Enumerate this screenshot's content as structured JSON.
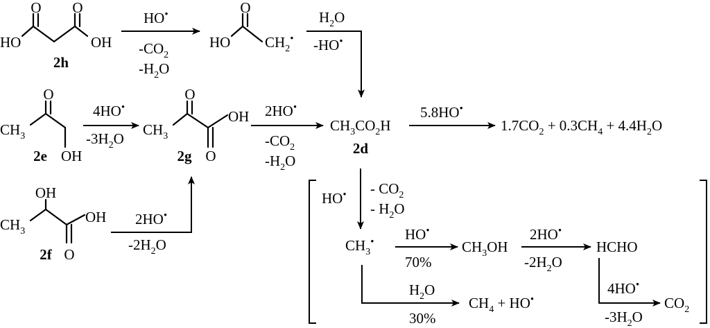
{
  "compounds": {
    "h": {
      "label": "2h",
      "atoms": [
        "O",
        "O",
        "HO",
        "OH"
      ]
    },
    "radical": {
      "atoms": [
        "O",
        "HO"
      ],
      "tail": [
        "CH",
        "2",
        "•"
      ]
    },
    "e": {
      "label": "2e",
      "atoms": [
        "O",
        "OH"
      ],
      "ch3": [
        "CH",
        "3"
      ]
    },
    "g": {
      "label": "2g",
      "atoms": [
        "O",
        "OH",
        "O"
      ],
      "ch3": [
        "CH",
        "3"
      ]
    },
    "f": {
      "label": "2f",
      "atoms": [
        "OH",
        "OH",
        "O"
      ],
      "ch3": [
        "CH",
        "3"
      ]
    },
    "d": {
      "label": "2d",
      "formula": [
        "CH",
        "3",
        "CO",
        "2",
        "H"
      ]
    }
  },
  "conditions": {
    "h_to_radical": {
      "reagent": [
        "HO",
        "•"
      ],
      "loss1": [
        "-CO",
        "2"
      ],
      "loss2": [
        "-H",
        "2",
        "O"
      ]
    },
    "radical_to_d": {
      "reagent": [
        "H",
        "2",
        "O"
      ],
      "loss": [
        "-HO",
        "•"
      ]
    },
    "e_to_g": {
      "reagent": [
        "4HO",
        "•"
      ],
      "loss": [
        "-3H",
        "2",
        "O"
      ]
    },
    "f_to_g": {
      "reagent": [
        "2HO",
        "•"
      ],
      "loss": [
        "-2H",
        "2",
        "O"
      ]
    },
    "g_to_d": {
      "reagent": [
        "2HO",
        "•"
      ],
      "loss1": [
        "-CO",
        "2"
      ],
      "loss2": [
        "-H",
        "2",
        "O"
      ]
    },
    "d_to_products": {
      "reagent": [
        "5.8HO",
        "•"
      ]
    }
  },
  "products": {
    "overall": [
      "1.7CO",
      "2",
      " + 0.3CH",
      "4",
      " + 4.4H",
      "2",
      "O"
    ]
  },
  "mechanism": {
    "initiator": [
      "HO",
      "•"
    ],
    "loss1": [
      "- CO",
      "2"
    ],
    "loss2": [
      "- H",
      "2",
      "O"
    ],
    "methyl": [
      "CH",
      "3",
      "•"
    ],
    "to_methanol": {
      "reagent": [
        "HO",
        "•"
      ],
      "percent": "70%"
    },
    "methanol": [
      "CH",
      "3",
      "OH"
    ],
    "to_formaldehyde": {
      "reagent": [
        "2HO",
        "•"
      ],
      "loss": [
        "-2H",
        "2",
        "O"
      ]
    },
    "formaldehyde": "HCHO",
    "to_methane": {
      "reagent": [
        "H",
        "2",
        "O"
      ],
      "percent": "30%"
    },
    "methane_products": [
      "CH",
      "4",
      " + HO",
      "•"
    ],
    "to_co2": {
      "reagent": [
        "4HO",
        "•"
      ],
      "loss": [
        "-3H",
        "2",
        "O"
      ]
    },
    "co2": [
      "CO",
      "2"
    ]
  }
}
